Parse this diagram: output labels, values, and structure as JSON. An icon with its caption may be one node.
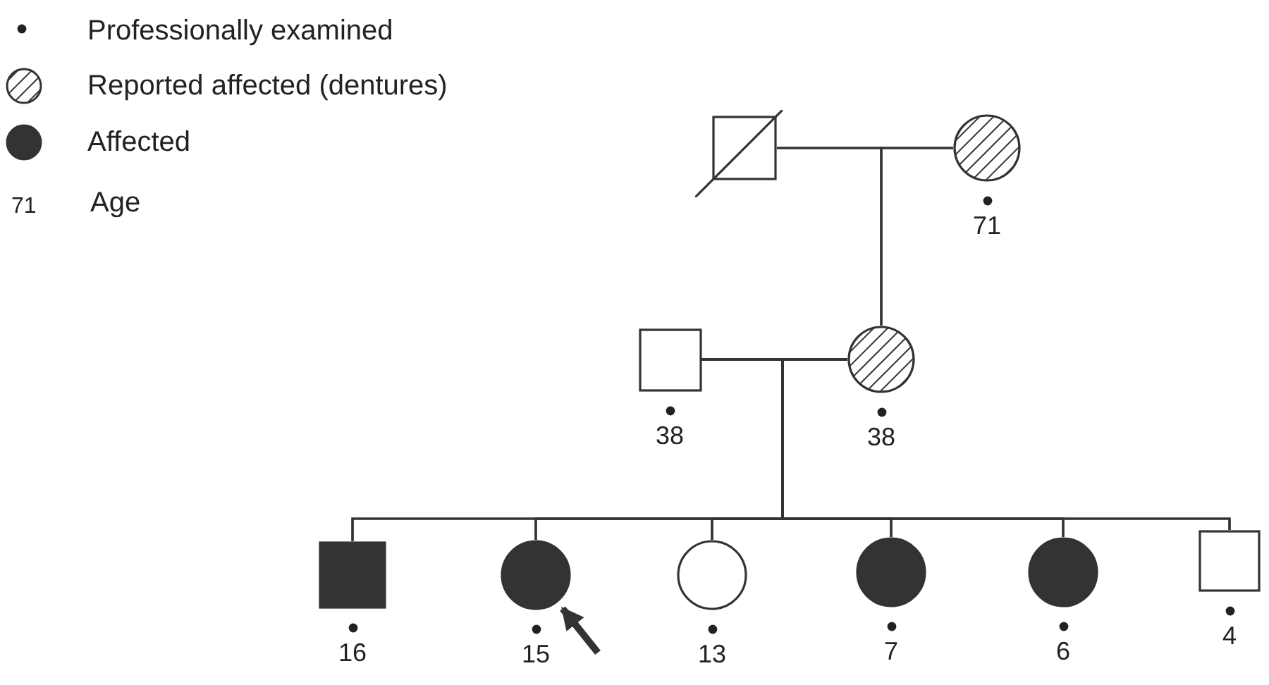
{
  "diagram": {
    "nodes": [
      {
        "text": [],
        "shape": "box"
      },
      {
        "text": [],
        "shape": "circle",
        "beside": [
          "71"
        ]
      },
      {
        "text": [],
        "shape": "box",
        "beside": [
          "38"
        ]
      },
      {
        "text": [],
        "shape": "circle",
        "beside": [
          "38"
        ]
      },
      {
        "text": [],
        "shape": "box",
        "beside": [
          "16"
        ]
      },
      {
        "text": [],
        "shape": "circle",
        "beside": [
          "15"
        ]
      },
      {
        "text": [],
        "shape": "circle",
        "beside": [
          "13"
        ]
      },
      {
        "text": [],
        "shape": "circle",
        "beside": [
          "7"
        ]
      },
      {
        "text": [],
        "shape": "circle",
        "beside": [
          "6"
        ]
      },
      {
        "text": [],
        "shape": "box",
        "beside": [
          "4"
        ]
      }
    ],
    "edges": [
      {
        "from": 0,
        "to": 1,
        "arrow": "none"
      },
      {
        "from": 0,
        "to": 3,
        "arrow": "none"
      },
      {
        "from": 1,
        "to": 3,
        "arrow": "none"
      },
      {
        "from": 2,
        "to": 3,
        "arrow": "none"
      },
      {
        "from": 2,
        "to": 4,
        "arrow": "none"
      },
      {
        "from": 3,
        "to": 4,
        "arrow": "none"
      },
      {
        "from": 2,
        "to": 5,
        "arrow": "none"
      },
      {
        "from": 3,
        "to": 5,
        "arrow": "none"
      },
      {
        "from": 2,
        "to": 6,
        "arrow": "none"
      },
      {
        "from": 3,
        "to": 6,
        "arrow": "none"
      },
      {
        "from": 2,
        "to": 7,
        "arrow": "none"
      },
      {
        "from": 3,
        "to": 7,
        "arrow": "none"
      },
      {
        "from": 2,
        "to": 8,
        "arrow": "none"
      },
      {
        "from": 3,
        "to": 8,
        "arrow": "none"
      },
      {
        "from": 2,
        "to": 9,
        "arrow": "none"
      },
      {
        "from": 3,
        "to": 9,
        "arrow": "none"
      },
      {
        "from": null,
        "to": 5,
        "arrow": "to",
        "style": "thick"
      }
    ],
    "labels": [
      "71"
    ],
    "legend": [
      {
        "text": "Professionally examined"
      },
      {
        "text": "Reported affected (dentures)"
      },
      {
        "text": "Affected"
      },
      {
        "text": "Age"
      }
    ]
  }
}
